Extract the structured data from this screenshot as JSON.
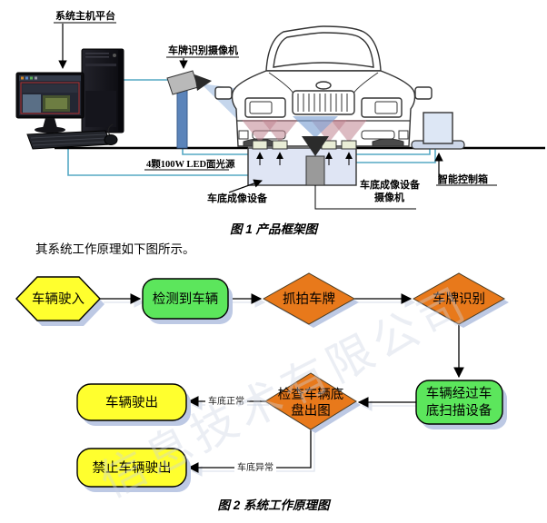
{
  "figure1": {
    "caption": "图 1 产品框架图",
    "labels": {
      "host_platform": "系统主机平台",
      "plate_camera": "车牌识别摄像机",
      "led_light": "4颗100W LED面光源",
      "underbody_device": "车底成像设备",
      "underbody_camera_line1": "车底成像设备",
      "underbody_camera_line2": "摄像机",
      "control_box": "智能控制箱"
    }
  },
  "intro_text": "其系统工作原理如下图所示。",
  "figure2": {
    "caption": "图 2 系统工作原理图",
    "watermark": "信息技术有限公司",
    "flow": {
      "enter": "车辆驶入",
      "detect": "检测到车辆",
      "capture": "抓拍车牌",
      "recognize": "车牌识别",
      "scan_line1": "车辆经过车",
      "scan_line2": "底扫描设备",
      "check_line1": "检查车辆底",
      "check_line2": "盘出图",
      "exit": "车辆驶出",
      "forbid": "禁止车辆驶出",
      "edge_normal": "车底正常",
      "edge_abnormal": "车底异常"
    },
    "colors": {
      "terminal_fill": "#ffff2e",
      "process_fill": "#5ce65c",
      "decision_fill": "#e8791b",
      "shadow": "#bdc9e4",
      "cable": "#55a8c4"
    }
  }
}
